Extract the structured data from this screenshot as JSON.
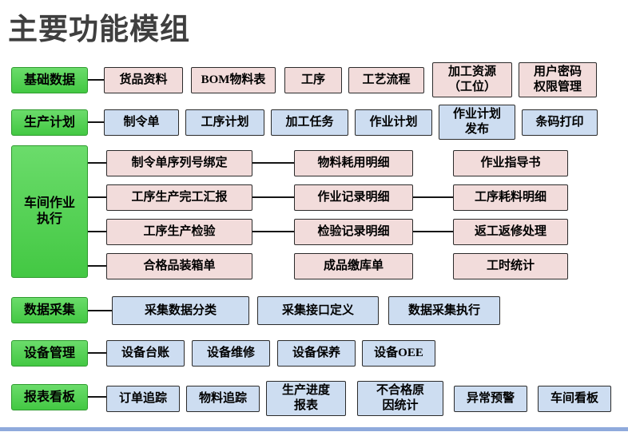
{
  "title": "主要功能模组",
  "colors": {
    "green": "#54d054",
    "green_border": "#2e9b2e",
    "pink": "#f2dcdb",
    "blue": "#cdddf1",
    "line": "#151515",
    "title_text": "#3f3f3f",
    "bottom_bar": "#8faadc"
  },
  "groups": {
    "basic": {
      "label": "基础数据",
      "items": [
        "货品资料",
        "BOM物料表",
        "工序",
        "工艺流程",
        "加工资源\n（工位）",
        "用户密码\n权限管理"
      ]
    },
    "plan": {
      "label": "生产计划",
      "items": [
        "制令单",
        "工序计划",
        "加工任务",
        "作业计划",
        "作业计划\n发布",
        "条码打印"
      ]
    },
    "workshop": {
      "label": "车间作业\n执行",
      "rows": [
        [
          "制令单序列号绑定",
          "物料耗用明细",
          "作业指导书"
        ],
        [
          "工序生产完工汇报",
          "作业记录明细",
          "工序耗料明细"
        ],
        [
          "工序生产检验",
          "检验记录明细",
          "返工返修处理"
        ],
        [
          "合格品装箱单",
          "成品缴库单",
          "工时统计"
        ]
      ]
    },
    "collect": {
      "label": "数据采集",
      "items": [
        "采集数据分类",
        "采集接口定义",
        "数据采集执行"
      ]
    },
    "equipment": {
      "label": "设备管理",
      "items": [
        "设备台账",
        "设备维修",
        "设备保养",
        "设备OEE"
      ]
    },
    "report": {
      "label": "报表看板",
      "items": [
        "订单追踪",
        "物料追踪",
        "生产进度\n报表",
        "不合格原\n因统计",
        "异常预警",
        "车间看板"
      ]
    }
  }
}
